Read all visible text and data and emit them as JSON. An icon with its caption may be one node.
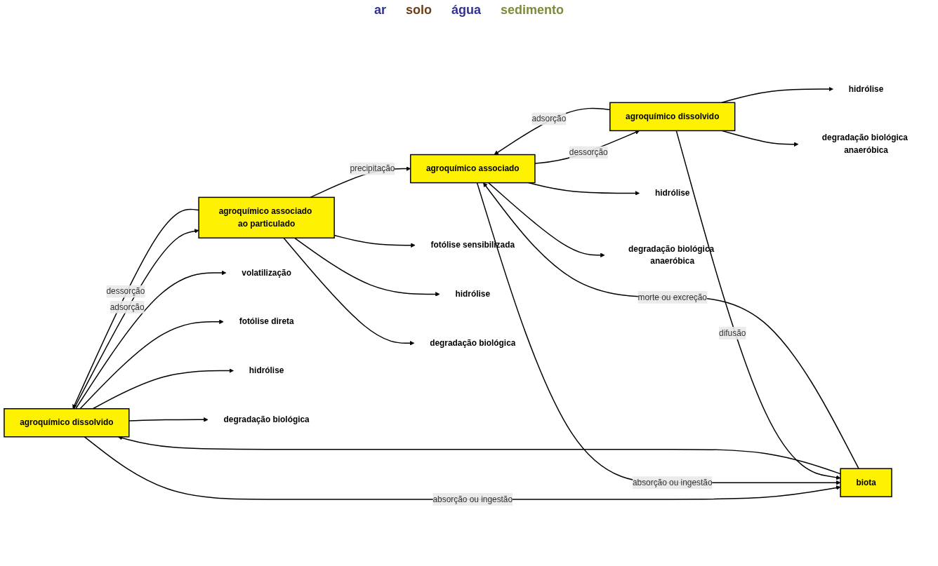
{
  "diagram": {
    "nodes": [
      {
        "text": [
          "agroquímico dissolvido"
        ]
      },
      {
        "text": [
          "agroquímico associado ao particulado"
        ]
      },
      {
        "text": [
          "biota"
        ]
      },
      {
        "text": [
          "agroquímico dissolvido"
        ]
      },
      {
        "text": [
          "agroquímico associado"
        ]
      },
      {
        "text": [
          "volatilização"
        ]
      },
      {
        "text": [
          "fotólise direta"
        ]
      },
      {
        "text": [
          "hidrólise"
        ]
      },
      {
        "text": [
          "degradação biológica"
        ]
      },
      {
        "text": [
          "fotólise sensibilizada"
        ]
      },
      {
        "text": [
          "hidrólise"
        ]
      },
      {
        "text": [
          "degradação biológica"
        ]
      },
      {
        "text": [
          "hidrólise"
        ]
      },
      {
        "text": [
          "degradação biológica anaeróbica"
        ]
      },
      {
        "text": [
          "hidrólise"
        ]
      },
      {
        "text": [
          "degradação biológica anaeróbica"
        ]
      }
    ],
    "edges": [
      {
        "from": 0,
        "to": 5,
        "arrow": "to"
      },
      {
        "from": 0,
        "to": 6,
        "arrow": "to"
      },
      {
        "from": 0,
        "to": 1,
        "arrow": "to",
        "label": "adsorção"
      },
      {
        "from": 1,
        "to": 0,
        "arrow": "to",
        "label": "dessorção"
      },
      {
        "from": 0,
        "to": 7,
        "arrow": "to"
      },
      {
        "from": 0,
        "to": 8,
        "arrow": "to"
      },
      {
        "from": 0,
        "to": 2,
        "arrow": "to",
        "label": "absorção ou ingestão"
      },
      {
        "from": 2,
        "to": 0,
        "arrow": "to"
      },
      {
        "from": 1,
        "to": 9,
        "arrow": "to"
      },
      {
        "from": 1,
        "to": 10,
        "arrow": "to"
      },
      {
        "from": 1,
        "to": 11,
        "arrow": "to"
      },
      {
        "from": 1,
        "to": 4,
        "arrow": "to",
        "label": "precipitação"
      },
      {
        "from": 4,
        "to": 2,
        "arrow": "to",
        "label": "absorção ou ingestão"
      },
      {
        "from": 2,
        "to": 4,
        "arrow": "to",
        "label": "morte ou excreção"
      },
      {
        "from": 3,
        "to": 2,
        "arrow": "to",
        "label": "difusão"
      },
      {
        "from": 3,
        "to": 4,
        "arrow": "to",
        "label": "adsorção"
      },
      {
        "from": 4,
        "to": 3,
        "arrow": "to",
        "label": "dessorção"
      },
      {
        "from": 3,
        "to": 12,
        "arrow": "to"
      },
      {
        "from": 3,
        "to": 13,
        "arrow": "to"
      },
      {
        "from": 4,
        "to": 14,
        "arrow": "to"
      },
      {
        "from": 4,
        "to": 15,
        "arrow": "to"
      }
    ],
    "labels": [
      "ar",
      "solo",
      "água",
      "sedimento"
    ]
  }
}
